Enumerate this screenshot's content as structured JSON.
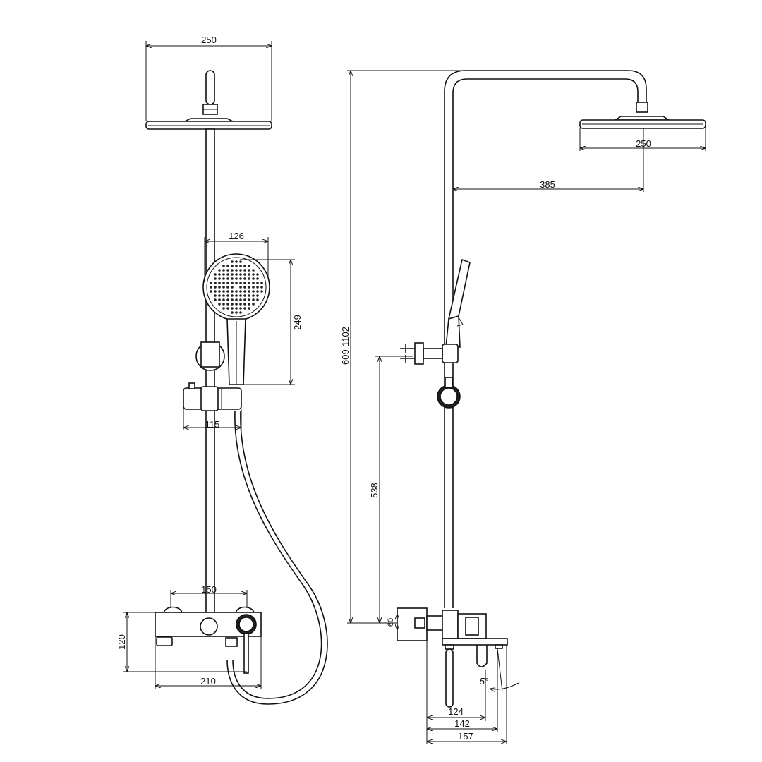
{
  "title": "Shower system dimension drawing",
  "front_view": {
    "head_width": "250",
    "handset_width": "126",
    "handset_height": "249",
    "slider_width": "115",
    "inlet_centers": "150",
    "mixer_height": "120",
    "mixer_width": "210"
  },
  "side_view": {
    "total_height": "609-1102",
    "head_width": "250",
    "arm_reach": "385",
    "bracket_height": "538",
    "inlet_height": "60",
    "spout_angle": "5°",
    "depth_1": "124",
    "depth_2": "142",
    "depth_3": "157"
  },
  "colors": {
    "line": "#111111",
    "background": "#ffffff"
  }
}
